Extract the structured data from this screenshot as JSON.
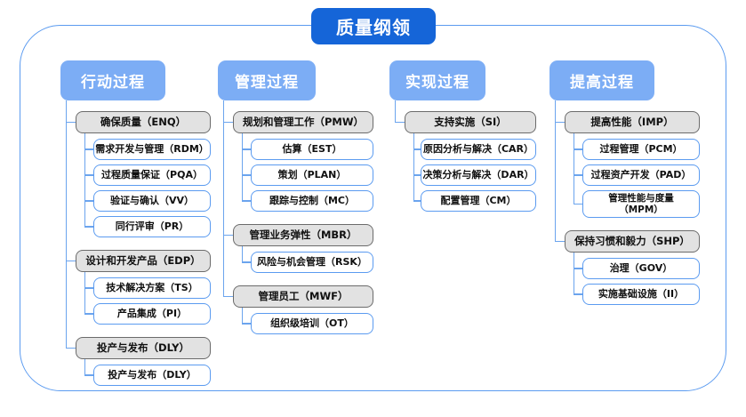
{
  "title": "质量纲领",
  "colors": {
    "root_fill": "#1565d8",
    "header_fill": "#7cadf5",
    "category_fill": "#e2e2e2",
    "category_border": "#6b6b6b",
    "leaf_border": "#5b9bf0",
    "frame_border": "#5b9bf0",
    "connector": "#6ba4ee"
  },
  "columns": [
    {
      "header": "行动过程",
      "groups": [
        {
          "category": "确保质量（ENQ）",
          "leaves": [
            "需求开发与管理（RDM）",
            "过程质量保证（PQA）",
            "验证与确认（VV）",
            "同行评审（PR）"
          ]
        },
        {
          "category": "设计和开发产品（EDP）",
          "leaves": [
            "技术解决方案（TS）",
            "产品集成（PI）"
          ]
        },
        {
          "category": "投产与发布（DLY）",
          "leaves": [
            "投产与发布（DLY）"
          ]
        }
      ]
    },
    {
      "header": "管理过程",
      "groups": [
        {
          "category": "规划和管理工作（PMW）",
          "leaves": [
            "估算（EST）",
            "策划（PLAN）",
            "跟踪与控制（MC）"
          ]
        },
        {
          "category": "管理业务弹性（MBR）",
          "leaves": [
            "风险与机会管理（RSK）"
          ]
        },
        {
          "category": "管理员工（MWF）",
          "leaves": [
            "组织级培训（OT）"
          ]
        }
      ]
    },
    {
      "header": "实现过程",
      "groups": [
        {
          "category": "支持实施（SI）",
          "leaves": [
            "原因分析与解决（CAR）",
            "决策分析与解决（DAR）",
            "配置管理（CM）"
          ]
        }
      ]
    },
    {
      "header": "提高过程",
      "groups": [
        {
          "category": "提高性能（IMP）",
          "leaves": [
            "过程管理（PCM）",
            "过程资产开发（PAD）",
            "管理性能与度量\n（MPM）"
          ]
        },
        {
          "category": "保持习惯和毅力（SHP）",
          "leaves": [
            "治理（GOV）",
            "实施基础设施（II）"
          ]
        }
      ]
    }
  ]
}
